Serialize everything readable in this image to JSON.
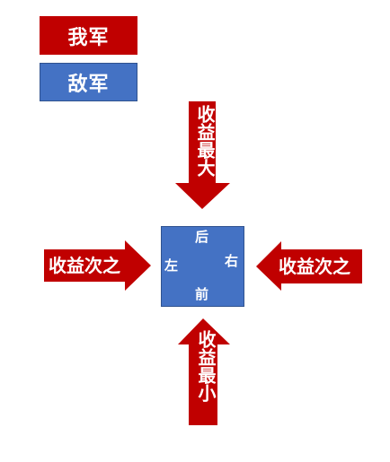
{
  "legend": {
    "ours": "我军",
    "enemy": "敌军"
  },
  "enemy_unit": {
    "back": "后",
    "left": "左",
    "right": "右",
    "front": "前"
  },
  "arrows": {
    "top": "收益最大",
    "left": "收益次之",
    "right": "收益次之",
    "bottom": "收益最小"
  },
  "colors": {
    "ours": "#c00000",
    "enemy": "#4472c4",
    "enemy_border": "#2f528f"
  }
}
